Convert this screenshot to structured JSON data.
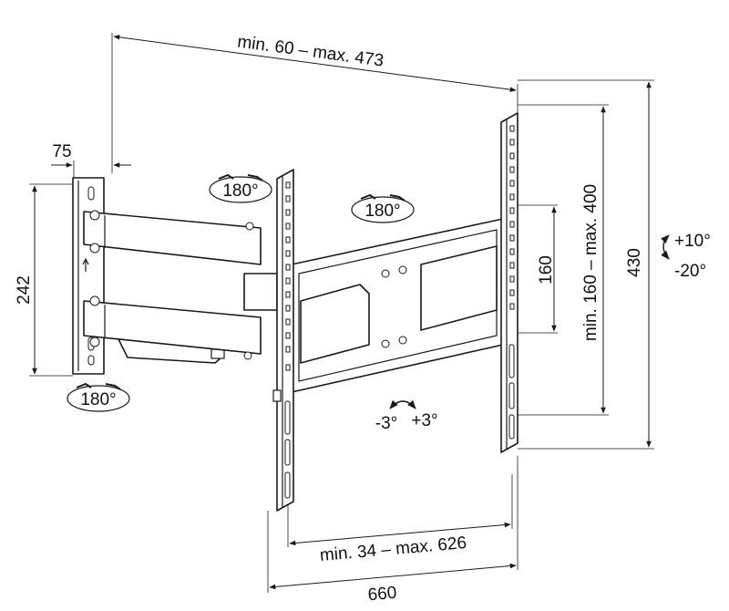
{
  "dimensions": {
    "depth_range": "min. 60 – max. 473",
    "plate_depth": "75",
    "plate_height": "242",
    "vesa_vertical_span": "min. 160 – max. 400",
    "vesa_vertical_min": "160",
    "rail_height": "430",
    "vesa_horizontal_span": "min. 34 – max. 626",
    "total_width": "660"
  },
  "rotations": {
    "swivel_top_left": "180°",
    "swivel_top_center": "180°",
    "swivel_bottom_left": "180°",
    "tilt_up": "+10°",
    "tilt_down": "-20°",
    "level_left": "-3°",
    "level_right": "+3°"
  },
  "colors": {
    "line": "#1a1a1a",
    "background": "#ffffff"
  }
}
